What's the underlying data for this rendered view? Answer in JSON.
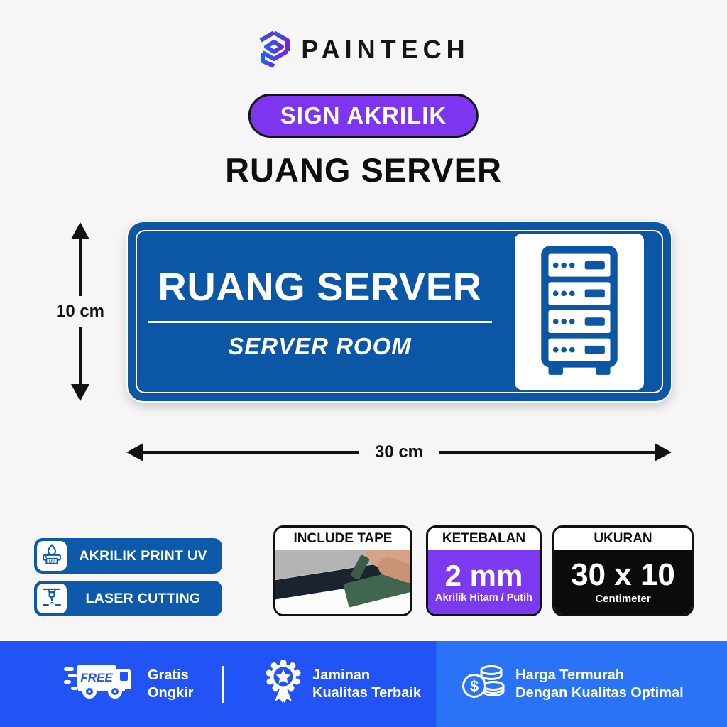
{
  "brand": {
    "name": "PAINTECH"
  },
  "category_badge": {
    "label": "SIGN AKRILIK",
    "color": "#7e35f0"
  },
  "product_title": "RUANG SERVER",
  "sign": {
    "title": "RUANG SERVER",
    "subtitle": "SERVER ROOM",
    "icon": "server-rack-icon",
    "color": "#0b57a6"
  },
  "dimensions": {
    "height_label": "10 cm",
    "width_label": "30 cm"
  },
  "features": [
    {
      "label": "AKRILIK PRINT UV",
      "icon": "uv-printer-icon",
      "uv_label": "UV"
    },
    {
      "label": "LASER CUTTING",
      "icon": "laser-cutter-icon"
    }
  ],
  "cards": {
    "tape": {
      "header": "INCLUDE TAPE"
    },
    "thickness": {
      "header": "KETEBALAN",
      "value": "2 mm",
      "note": "Akrilik Hitam / Putih",
      "color": "#7c3af0"
    },
    "size": {
      "header": "UKURAN",
      "value": "30 x 10",
      "note": "Centimeter",
      "color": "#0b0b0b"
    }
  },
  "footer": {
    "truck_free_label": "FREE",
    "dollar_symbol": "$",
    "items": [
      {
        "icon": "free-shipping-truck-icon",
        "line1": "Gratis",
        "line2": "Ongkir"
      },
      {
        "icon": "quality-badge-icon",
        "line1": "Jaminan",
        "line2": "Kualitas Terbaik"
      },
      {
        "icon": "coins-icon",
        "line1": "Harga Termurah",
        "line2": "Dengan Kualitas Optimal"
      }
    ],
    "colors": {
      "left": "#2254f5",
      "right": "#2a73f7"
    }
  }
}
